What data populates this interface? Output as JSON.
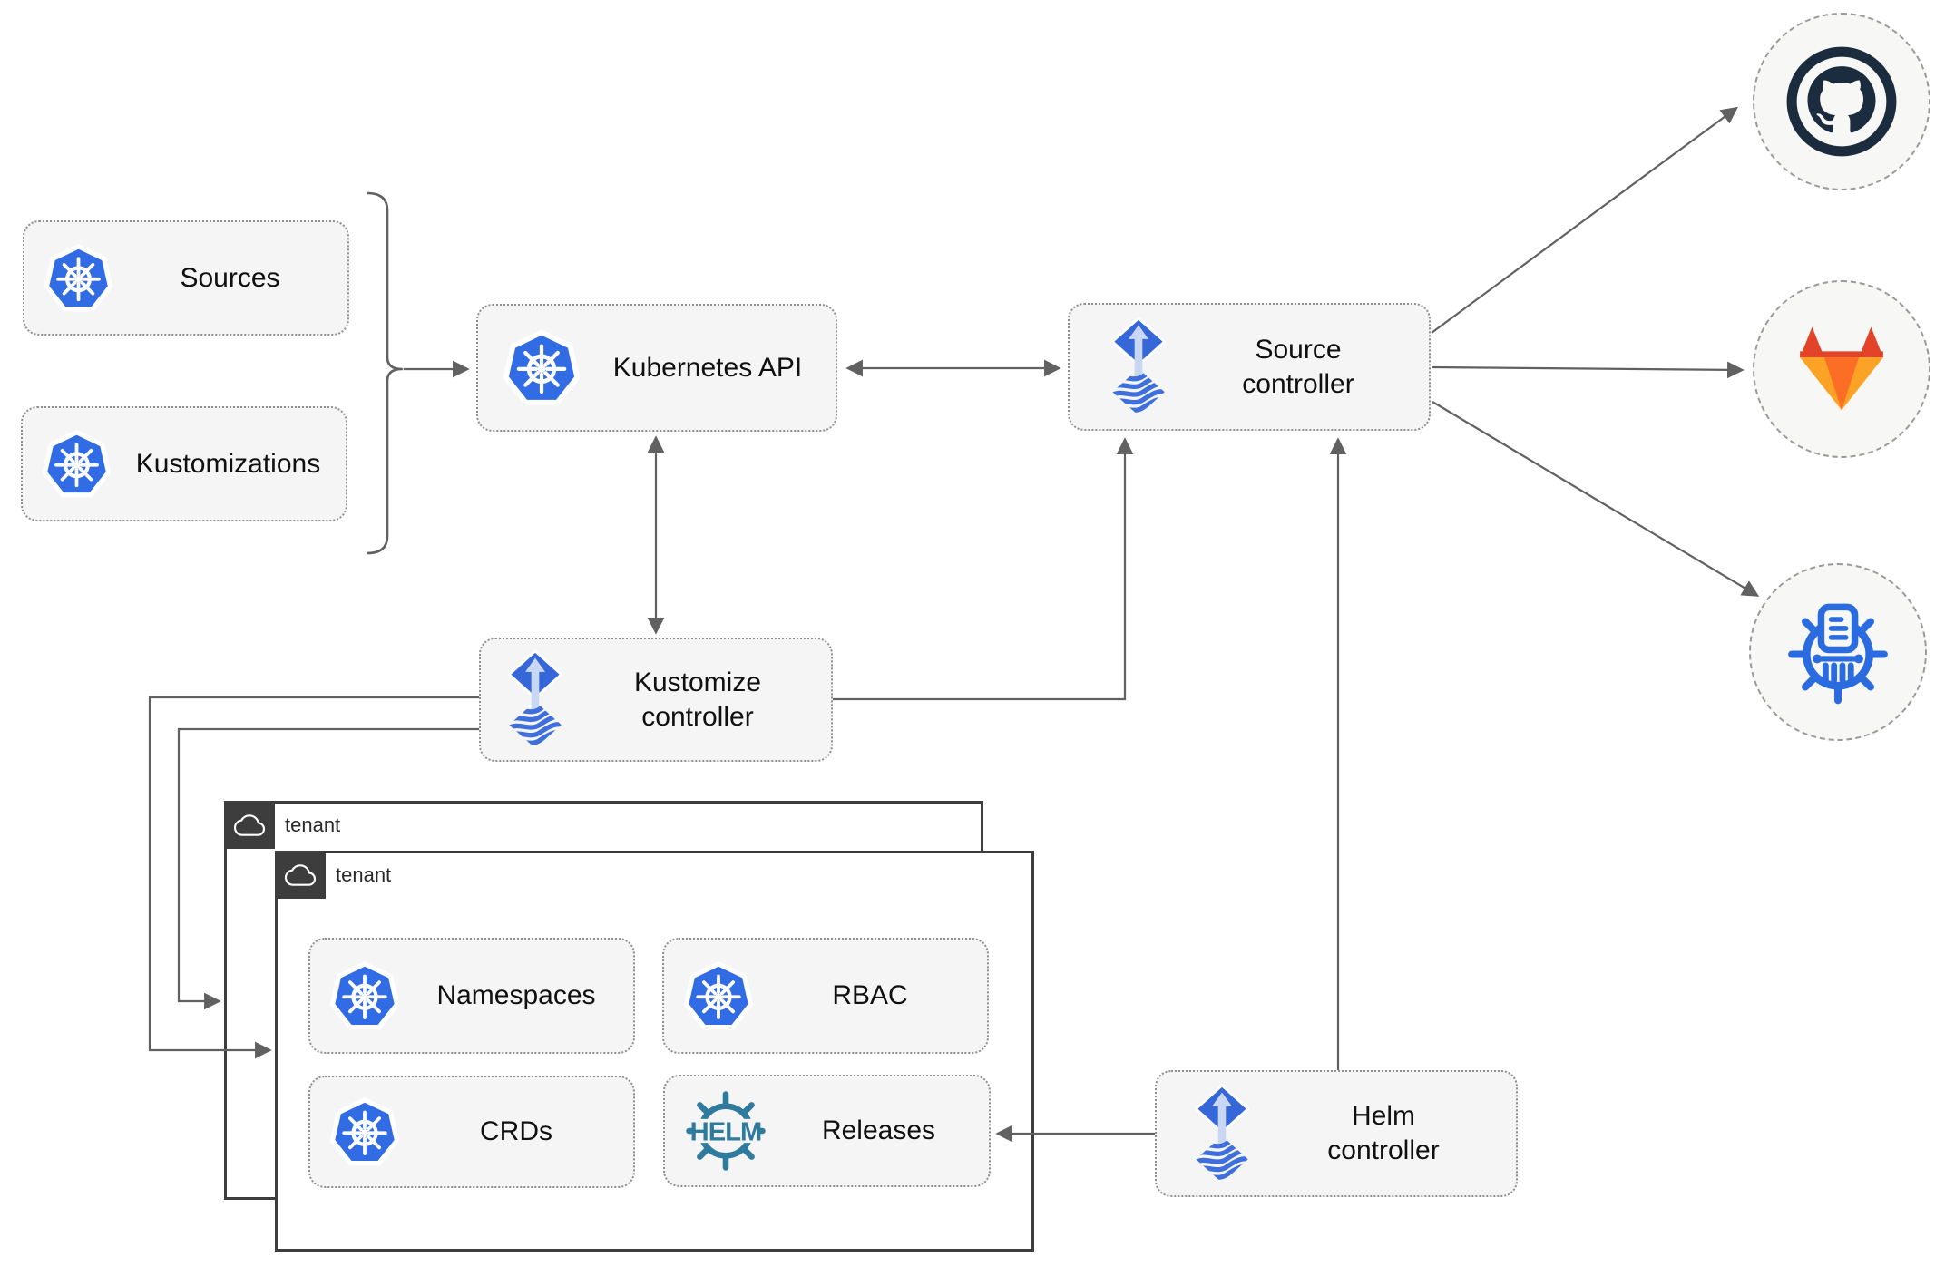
{
  "nodes": {
    "sources": {
      "label": "Sources"
    },
    "kustomizations": {
      "label": "Kustomizations"
    },
    "kubernetes_api": {
      "label": "Kubernetes API"
    },
    "source_controller": {
      "line1": "Source",
      "line2": "controller"
    },
    "kustomize_controller": {
      "line1": "Kustomize",
      "line2": "controller"
    },
    "helm_controller": {
      "line1": "Helm",
      "line2": "controller"
    },
    "namespaces": {
      "label": "Namespaces"
    },
    "rbac": {
      "label": "RBAC"
    },
    "crds": {
      "label": "CRDs"
    },
    "releases": {
      "label": "Releases"
    }
  },
  "tenants": {
    "back_label": "tenant",
    "front_label": "tenant"
  },
  "icons": {
    "kubernetes": "kubernetes-wheel-icon",
    "flux": "flux-diamond-icon",
    "helm_wordmark": "HELM",
    "cloud": "cloud-icon",
    "github": "github-icon",
    "gitlab": "gitlab-tanuki-icon",
    "chart_repository": "chart-museum-icon"
  },
  "colors": {
    "kubernetes_blue": "#326ce5",
    "flux_blue": "#3667d9",
    "flux_arrow_light": "#c8d7f3",
    "helm_teal": "#2e7b9d",
    "chartmuseum_blue": "#2b6be0",
    "github_dark": "#1b2c3e",
    "gitlab_red": "#e24329",
    "gitlab_orange": "#fc6d26",
    "gitlab_light_orange": "#fca326",
    "node_fill": "#f5f5f5",
    "node_border": "#8f8f8f",
    "edge_gray": "#616161",
    "tenant_dark": "#3d3d3d"
  }
}
